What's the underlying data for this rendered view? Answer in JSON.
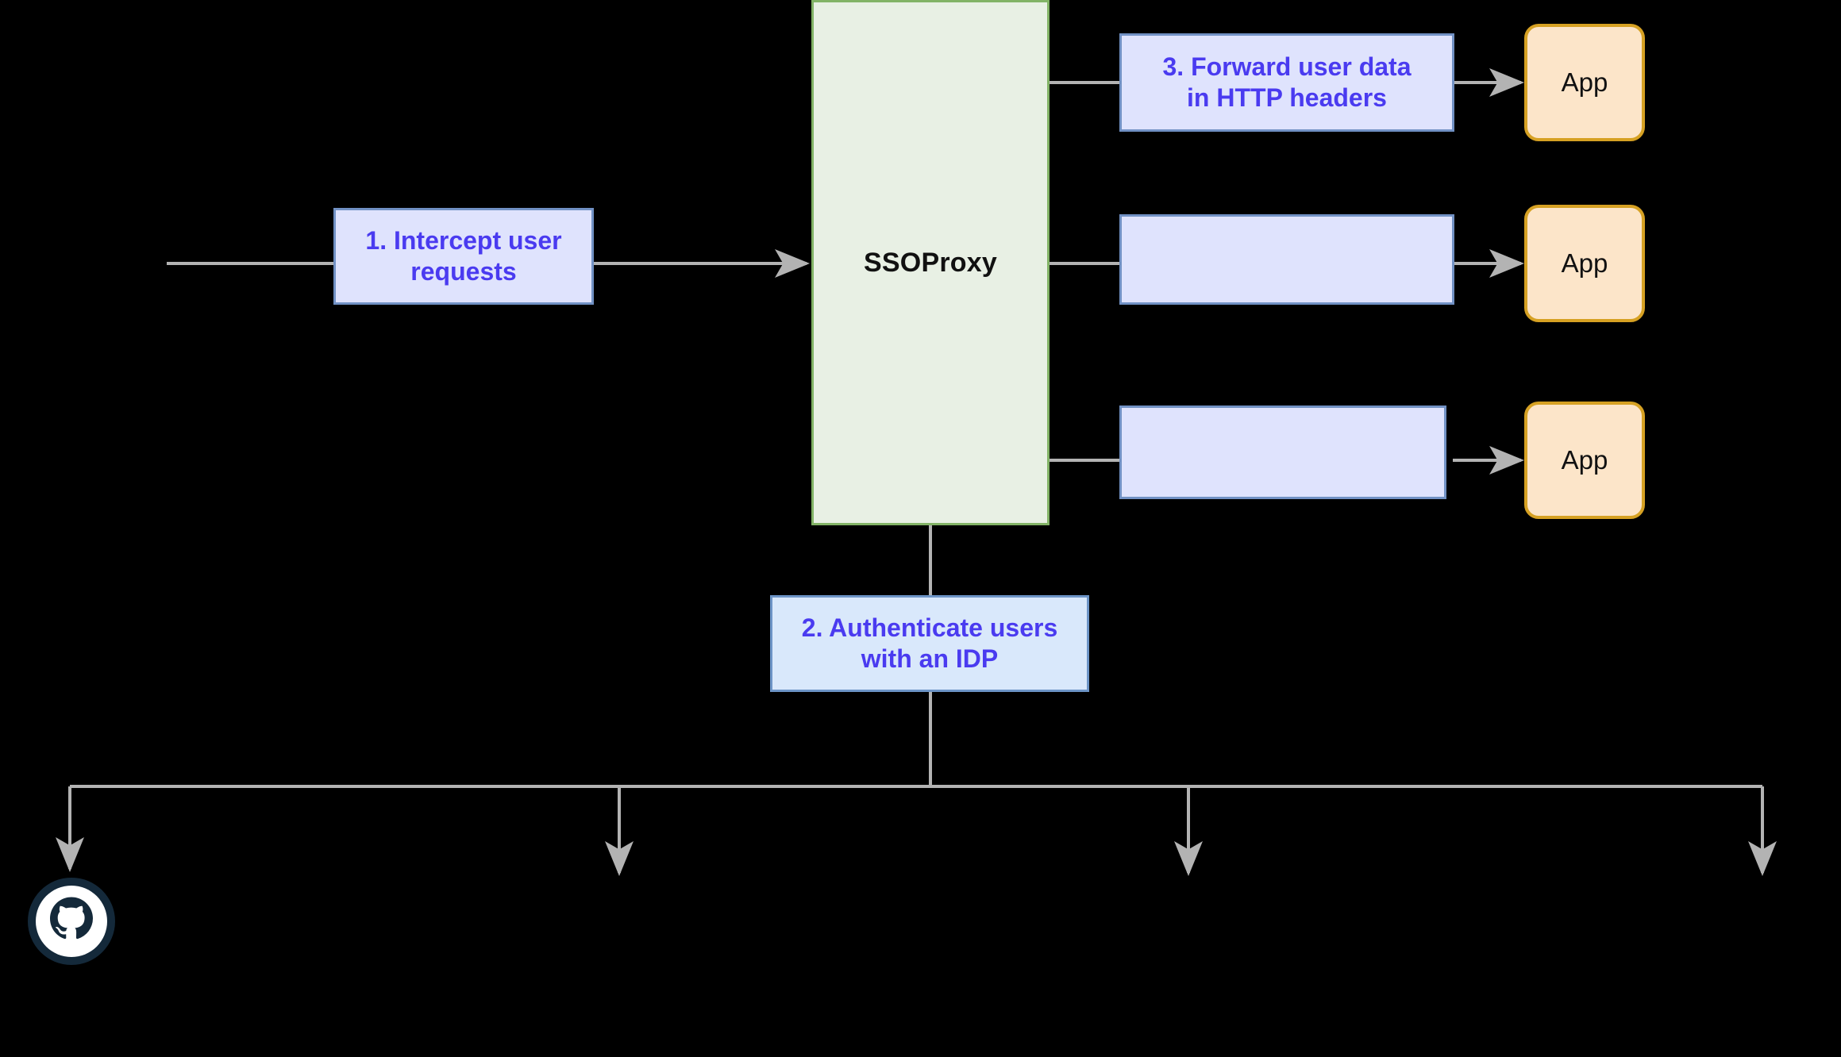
{
  "diagram": {
    "title_node": {
      "label": "SSOProxy",
      "fill": "#e8f0e4",
      "stroke": "#82b366"
    },
    "annotations": [
      {
        "id": "step-1",
        "lines": [
          "1. Intercept user",
          "requests"
        ],
        "text": "1. Intercept user requests",
        "fill": "#dfe3fd",
        "stroke": "#7191c4",
        "color": "#4a3bf0"
      },
      {
        "id": "step-3",
        "lines": [
          "3. Forward user data",
          "in HTTP headers"
        ],
        "text": "3. Forward user data in HTTP headers",
        "fill": "#dfe3fd",
        "stroke": "#7191c4",
        "color": "#4a3bf0"
      },
      {
        "id": "step-2",
        "lines": [
          "2. Authenticate users",
          "with an IDP"
        ],
        "text": "2. Authenticate users with an IDP",
        "fill": "#d9e8fb",
        "stroke": "#6c94c6",
        "color": "#4a3bf0"
      }
    ],
    "empty_labels": [
      {
        "id": "empty-label-row-2",
        "text": ""
      },
      {
        "id": "empty-label-row-3",
        "text": ""
      }
    ],
    "apps": [
      {
        "id": "app-1",
        "label": "App"
      },
      {
        "id": "app-2",
        "label": "App"
      },
      {
        "id": "app-3",
        "label": "App"
      }
    ],
    "idp_icons": [
      {
        "id": "github",
        "name": "github-icon",
        "color": "#14293a"
      }
    ],
    "colors": {
      "background": "#000000",
      "connector": "#b3b3b3",
      "app_fill": "#fce5c9",
      "app_stroke": "#d6a123",
      "proxy_fill": "#e8f0e4",
      "proxy_stroke": "#82b366",
      "label_fill": "#dfe3fd",
      "label_stroke": "#7191c4",
      "label_text": "#4a3bf0",
      "node_text": "#111111"
    }
  }
}
